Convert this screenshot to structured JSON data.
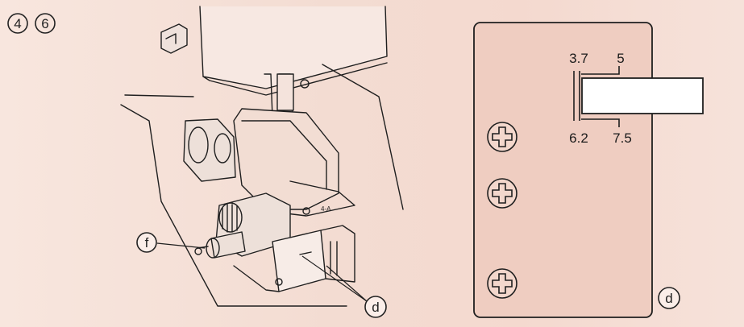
{
  "step_badges": [
    "4",
    "6"
  ],
  "callouts": {
    "left_f": "f",
    "left_d": "d",
    "right_d": "d"
  },
  "machine_plate_mark": "4-A",
  "scale": {
    "top_left": "3.7",
    "top_right": "5",
    "bottom_left": "6.2",
    "bottom_right": "7.5"
  },
  "colors": {
    "background": "#f4dcd2",
    "panel": "#efcfc3",
    "line": "#1f1f1f",
    "slot": "#ffffff"
  }
}
